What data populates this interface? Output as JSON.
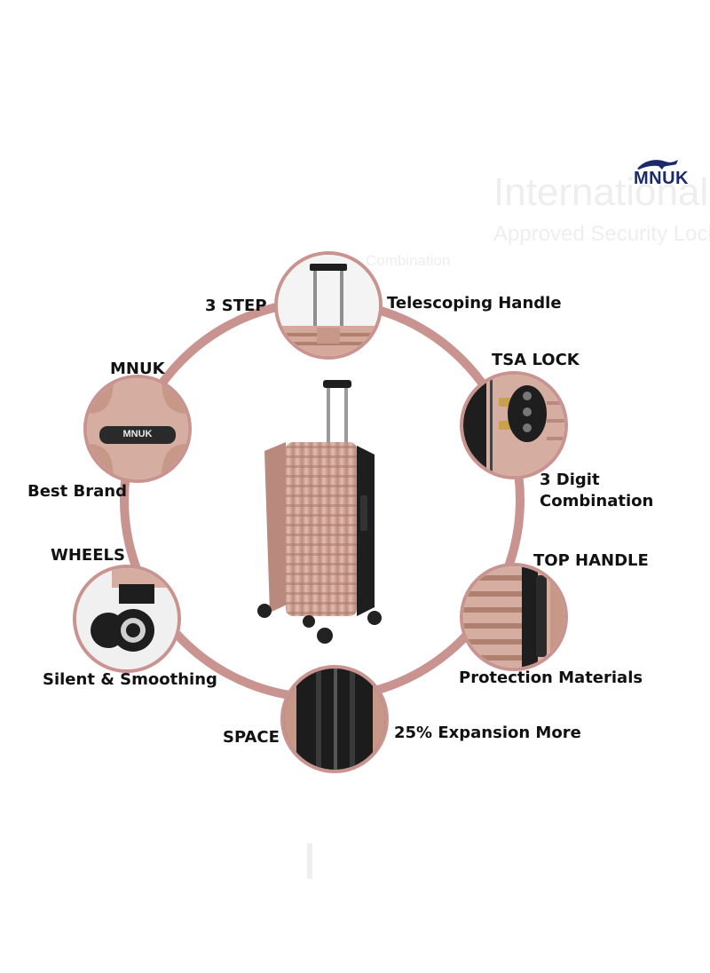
{
  "brand": {
    "logo_text": "MNUK"
  },
  "watermark": {
    "line1": "International",
    "line2": "Approved Security Lock",
    "line3": "Combination"
  },
  "features": {
    "handle": {
      "title": "3 STEP",
      "desc": "Telescoping Handle"
    },
    "tsa": {
      "title": "TSA LOCK",
      "desc_line1": "3 Digit",
      "desc_line2": "Combination"
    },
    "top_handle": {
      "title": "TOP HANDLE",
      "desc": "Protection Materials"
    },
    "space": {
      "title": "SPACE",
      "desc": "25% Expansion More"
    },
    "wheels": {
      "title": "WHEELS",
      "desc": "Silent & Smoothing"
    },
    "brand": {
      "title": "MNUK",
      "desc": "Best Brand",
      "badge_text": "MNUK"
    }
  },
  "colors": {
    "ring": "#c9938f",
    "shell": "#d4a99c",
    "shell_dark": "#b9897d",
    "trim": "#1e1e1e",
    "logo": "#1b2a6b"
  }
}
